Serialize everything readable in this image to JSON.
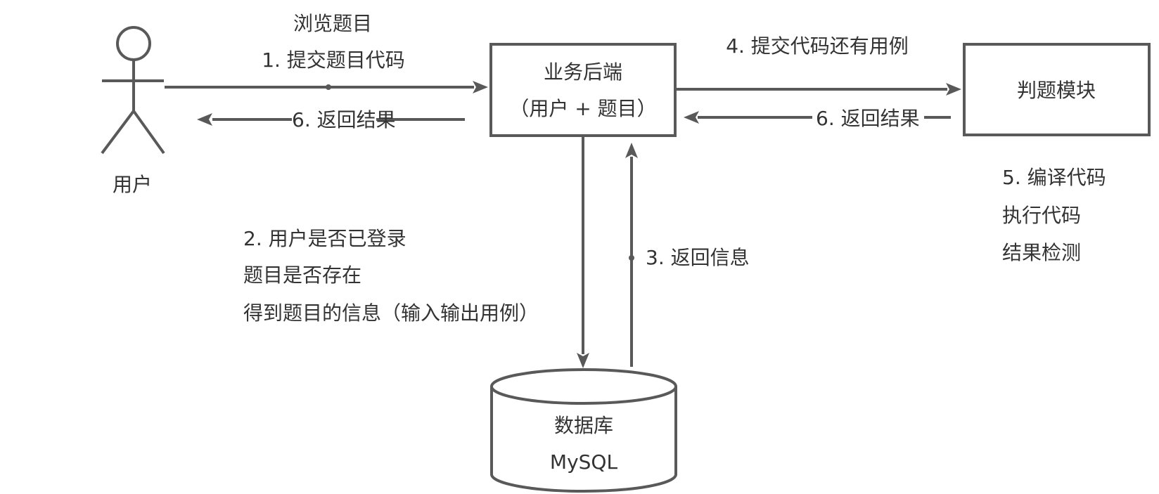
{
  "actor": {
    "label": "用户"
  },
  "nodes": {
    "backend": {
      "line1": "业务后端",
      "line2": "（用户 + 题目）"
    },
    "judge": {
      "label": "判题模块"
    },
    "database": {
      "line1": "数据库",
      "line2": "MySQL"
    }
  },
  "edges": {
    "user_to_backend": {
      "line1": "浏览题目",
      "line2": "1. 提交题目代码"
    },
    "backend_to_user": {
      "label": "6. 返回结果"
    },
    "backend_to_judge": {
      "label": "4. 提交代码还有用例"
    },
    "judge_to_backend": {
      "label": "6. 返回结果"
    },
    "backend_to_db": {
      "line1": "2. 用户是否已登录",
      "line2": "题目是否存在",
      "line3": "得到题目的信息（输入输出用例）"
    },
    "db_to_backend": {
      "label": "3. 返回信息"
    }
  },
  "judge_notes": {
    "line1": "5. 编译代码",
    "line2": "执行代码",
    "line3": "结果检测"
  }
}
